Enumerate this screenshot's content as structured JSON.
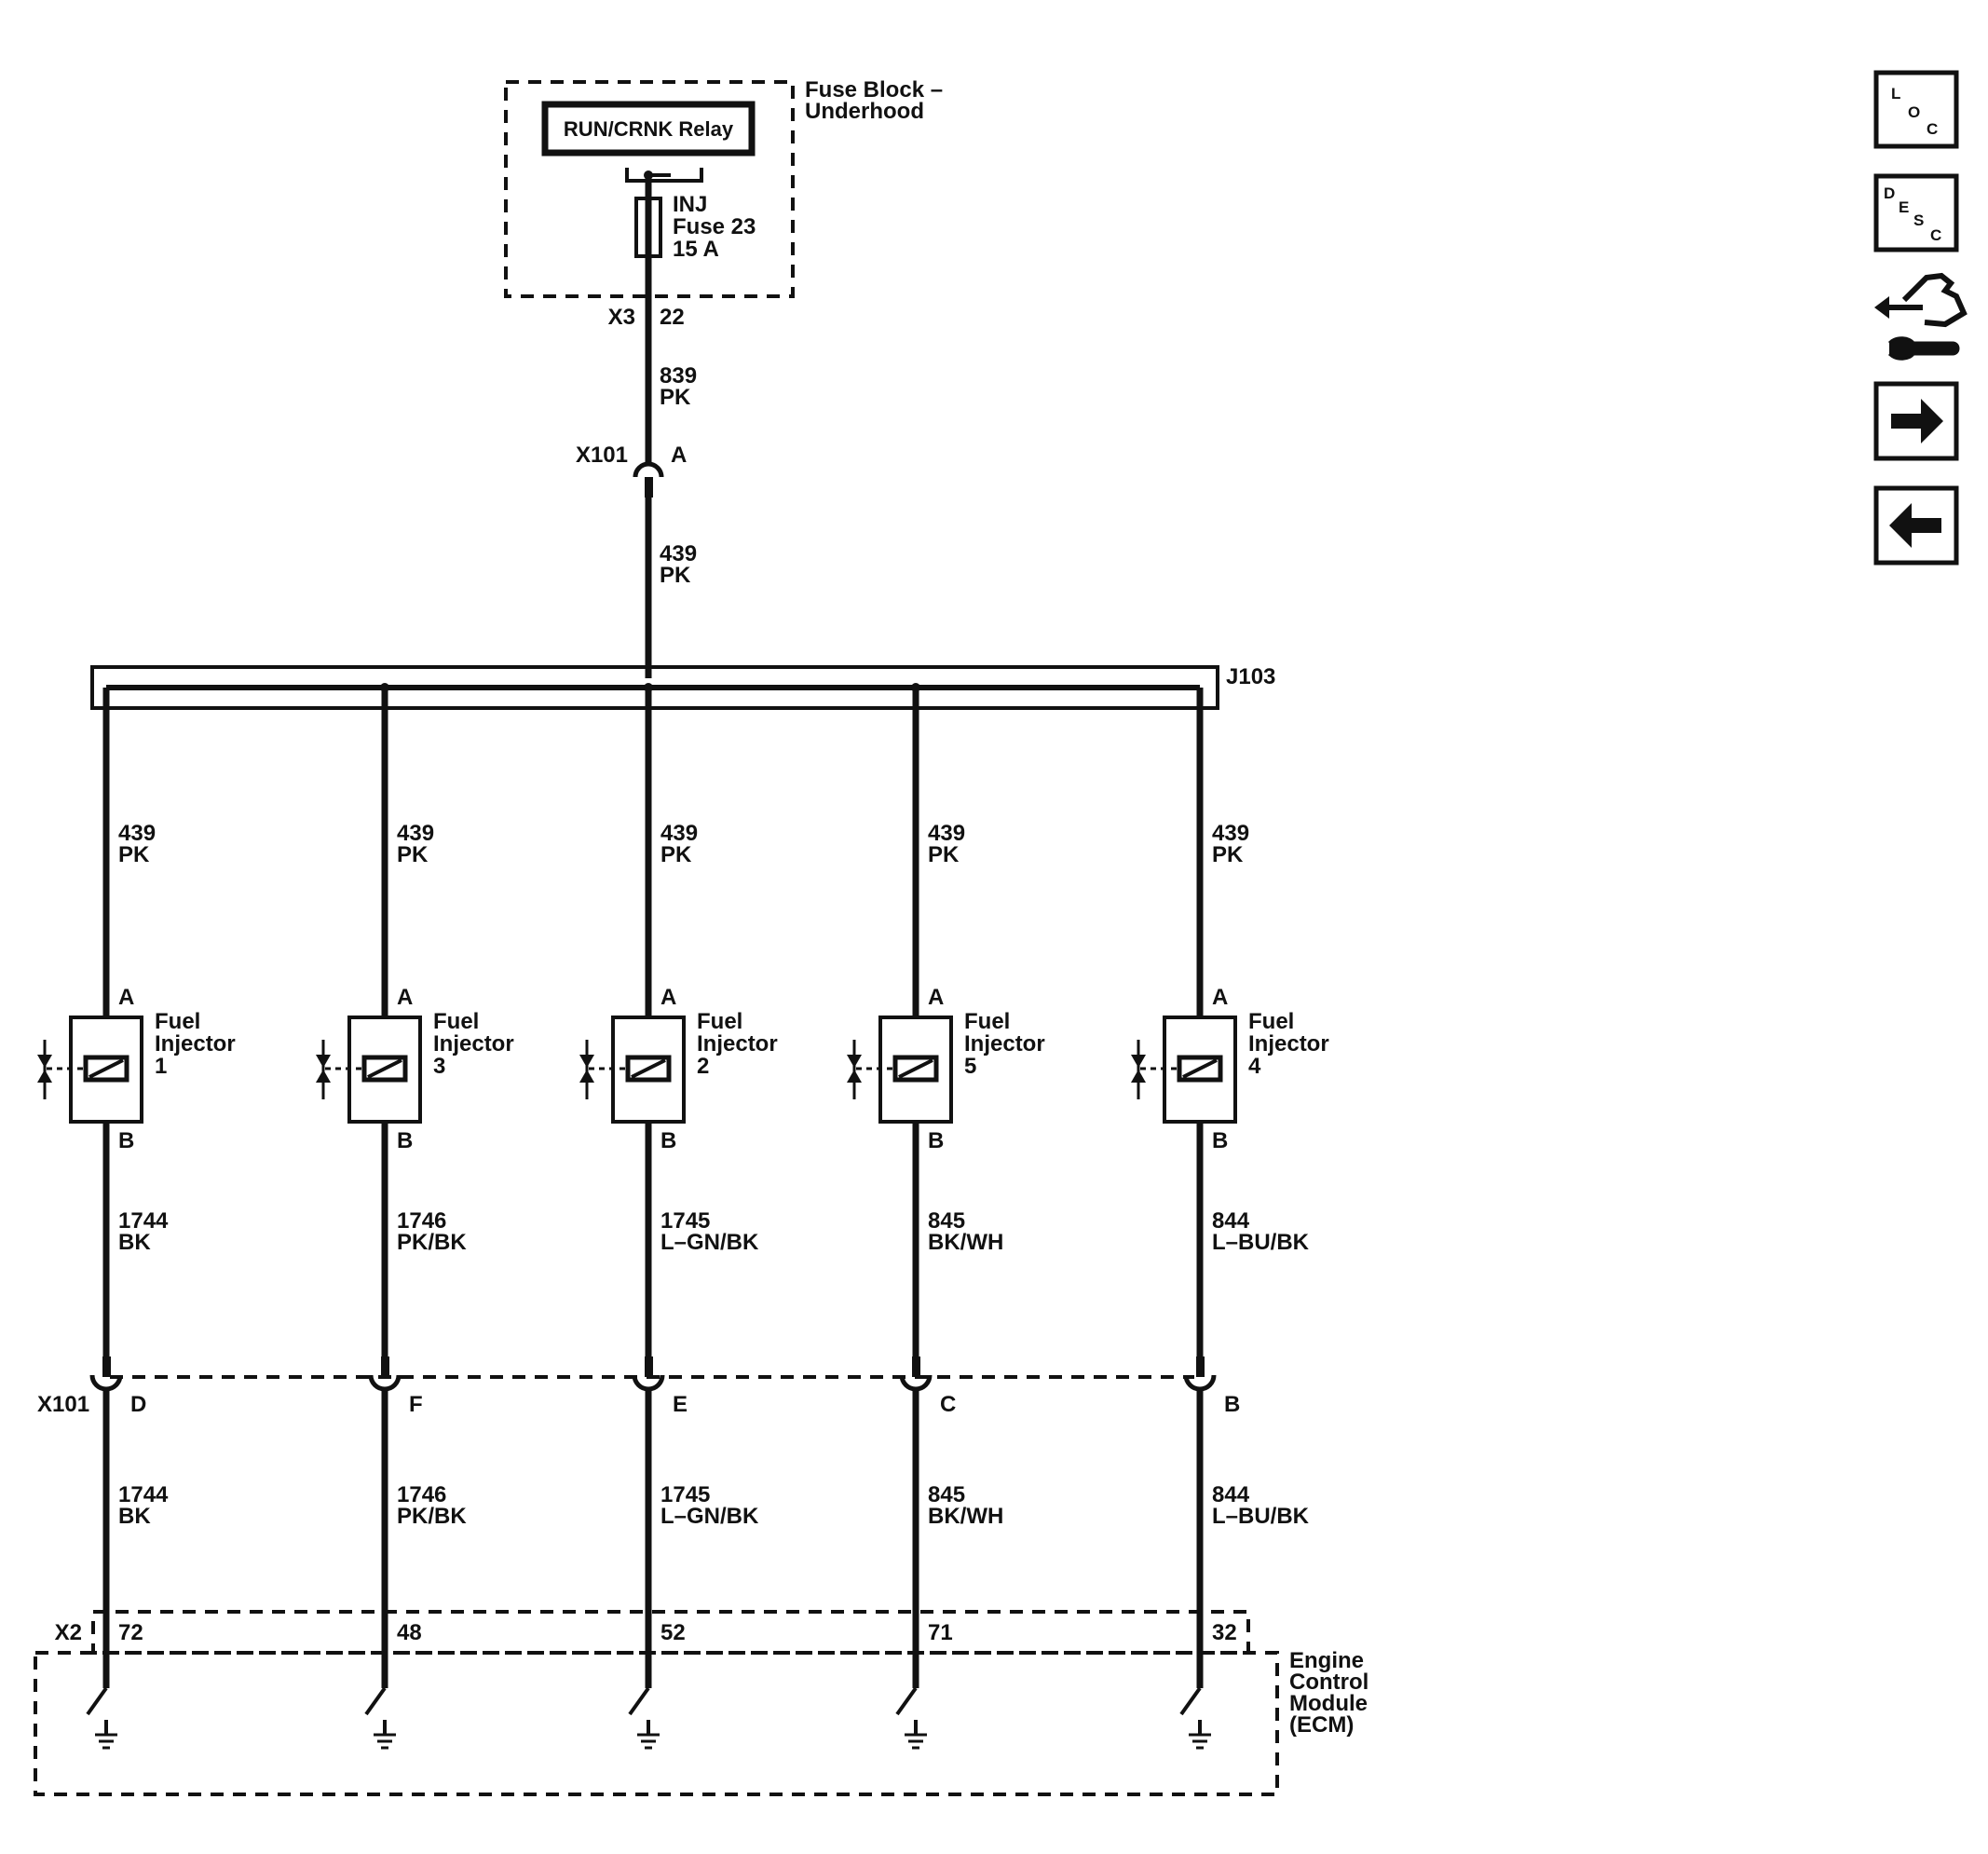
{
  "fuse_block": {
    "name_line1": "Fuse Block –",
    "name_line2": "Underhood",
    "relay_label": "RUN/CRNK Relay",
    "fuse_line1": "INJ",
    "fuse_line2": "Fuse 23",
    "fuse_line3": "15 A",
    "connector": "X3",
    "pin": "22"
  },
  "feed_wire_upper": {
    "circuit": "839",
    "color": "PK"
  },
  "inline_connector": {
    "name": "X101",
    "pin": "A"
  },
  "feed_wire_lower": {
    "circuit": "439",
    "color": "PK"
  },
  "splice": {
    "name": "J103"
  },
  "injectors": [
    {
      "label_line1": "Fuel",
      "label_line2": "Injector",
      "number": "1",
      "pin_a": "A",
      "pin_b": "B",
      "supply_circuit": "439",
      "supply_color": "PK",
      "control_circuit": "1744",
      "control_color": "BK",
      "x101_pin": "D",
      "ecm_pin": "72"
    },
    {
      "label_line1": "Fuel",
      "label_line2": "Injector",
      "number": "3",
      "pin_a": "A",
      "pin_b": "B",
      "supply_circuit": "439",
      "supply_color": "PK",
      "control_circuit": "1746",
      "control_color": "PK/BK",
      "x101_pin": "F",
      "ecm_pin": "48"
    },
    {
      "label_line1": "Fuel",
      "label_line2": "Injector",
      "number": "2",
      "pin_a": "A",
      "pin_b": "B",
      "supply_circuit": "439",
      "supply_color": "PK",
      "control_circuit": "1745",
      "control_color": "L–GN/BK",
      "x101_pin": "E",
      "ecm_pin": "52"
    },
    {
      "label_line1": "Fuel",
      "label_line2": "Injector",
      "number": "5",
      "pin_a": "A",
      "pin_b": "B",
      "supply_circuit": "439",
      "supply_color": "PK",
      "control_circuit": "845",
      "control_color": "BK/WH",
      "x101_pin": "C",
      "ecm_pin": "71"
    },
    {
      "label_line1": "Fuel",
      "label_line2": "Injector",
      "number": "4",
      "pin_a": "A",
      "pin_b": "B",
      "supply_circuit": "439",
      "supply_color": "PK",
      "control_circuit": "844",
      "control_color": "L–BU/BK",
      "x101_pin": "B",
      "ecm_pin": "32"
    }
  ],
  "x101_lower": {
    "name": "X101"
  },
  "ecm": {
    "connector": "X2",
    "name_line1": "Engine",
    "name_line2": "Control",
    "name_line3": "Module",
    "name_line4": "(ECM)"
  },
  "nav": {
    "loc_1": "L",
    "loc_2": "O",
    "loc_3": "C",
    "desc_1": "D",
    "desc_2": "E",
    "desc_3": "S",
    "desc_4": "C"
  }
}
